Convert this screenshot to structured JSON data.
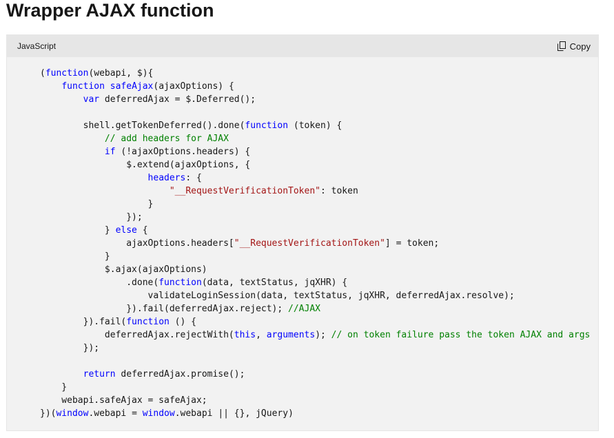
{
  "page": {
    "title": "Wrapper AJAX function"
  },
  "code_block": {
    "language": "JavaScript",
    "copy_label": "Copy",
    "copy_icon": "copy-icon",
    "colors": {
      "keyword": "#0101fd",
      "string": "#a31515",
      "comment": "#008000",
      "text": "#171717"
    },
    "lines": [
      [
        [
          "p",
          "("
        ],
        [
          "k",
          "function"
        ],
        [
          "p",
          "(webapi, $){"
        ]
      ],
      [
        [
          "p",
          "    "
        ],
        [
          "k",
          "function"
        ],
        [
          "p",
          " "
        ],
        [
          "k",
          "safeAjax"
        ],
        [
          "p",
          "(ajaxOptions) {"
        ]
      ],
      [
        [
          "p",
          "        "
        ],
        [
          "k",
          "var"
        ],
        [
          "p",
          " deferredAjax = $.Deferred();"
        ]
      ],
      [
        [
          "p",
          ""
        ]
      ],
      [
        [
          "p",
          "        shell.getTokenDeferred().done("
        ],
        [
          "k",
          "function"
        ],
        [
          "p",
          " (token) {"
        ]
      ],
      [
        [
          "p",
          "            "
        ],
        [
          "c",
          "// add headers for AJAX"
        ]
      ],
      [
        [
          "p",
          "            "
        ],
        [
          "k",
          "if"
        ],
        [
          "p",
          " (!ajaxOptions.headers) {"
        ]
      ],
      [
        [
          "p",
          "                $.extend(ajaxOptions, {"
        ]
      ],
      [
        [
          "p",
          "                    "
        ],
        [
          "k",
          "headers"
        ],
        [
          "p",
          ": {"
        ]
      ],
      [
        [
          "p",
          "                        "
        ],
        [
          "s",
          "\"__RequestVerificationToken\""
        ],
        [
          "p",
          ": token"
        ]
      ],
      [
        [
          "p",
          "                    }"
        ]
      ],
      [
        [
          "p",
          "                });"
        ]
      ],
      [
        [
          "p",
          "            } "
        ],
        [
          "k",
          "else"
        ],
        [
          "p",
          " {"
        ]
      ],
      [
        [
          "p",
          "                ajaxOptions.headers["
        ],
        [
          "s",
          "\"__RequestVerificationToken\""
        ],
        [
          "p",
          "] = token;"
        ]
      ],
      [
        [
          "p",
          "            }"
        ]
      ],
      [
        [
          "p",
          "            $.ajax(ajaxOptions)"
        ]
      ],
      [
        [
          "p",
          "                .done("
        ],
        [
          "k",
          "function"
        ],
        [
          "p",
          "(data, textStatus, jqXHR) {"
        ]
      ],
      [
        [
          "p",
          "                    validateLoginSession(data, textStatus, jqXHR, deferredAjax.resolve);"
        ]
      ],
      [
        [
          "p",
          "                }).fail(deferredAjax.reject); "
        ],
        [
          "c",
          "//AJAX"
        ]
      ],
      [
        [
          "p",
          "        }).fail("
        ],
        [
          "k",
          "function"
        ],
        [
          "p",
          " () {"
        ]
      ],
      [
        [
          "p",
          "            deferredAjax.rejectWith("
        ],
        [
          "k",
          "this"
        ],
        [
          "p",
          ", "
        ],
        [
          "k",
          "arguments"
        ],
        [
          "p",
          "); "
        ],
        [
          "c",
          "// on token failure pass the token AJAX and args"
        ]
      ],
      [
        [
          "p",
          "        });"
        ]
      ],
      [
        [
          "p",
          ""
        ]
      ],
      [
        [
          "p",
          "        "
        ],
        [
          "k",
          "return"
        ],
        [
          "p",
          " deferredAjax.promise();"
        ]
      ],
      [
        [
          "p",
          "    }"
        ]
      ],
      [
        [
          "p",
          "    webapi.safeAjax = safeAjax;"
        ]
      ],
      [
        [
          "p",
          "})("
        ],
        [
          "k",
          "window"
        ],
        [
          "p",
          ".webapi = "
        ],
        [
          "k",
          "window"
        ],
        [
          "p",
          ".webapi || {}, jQuery)"
        ]
      ]
    ]
  }
}
